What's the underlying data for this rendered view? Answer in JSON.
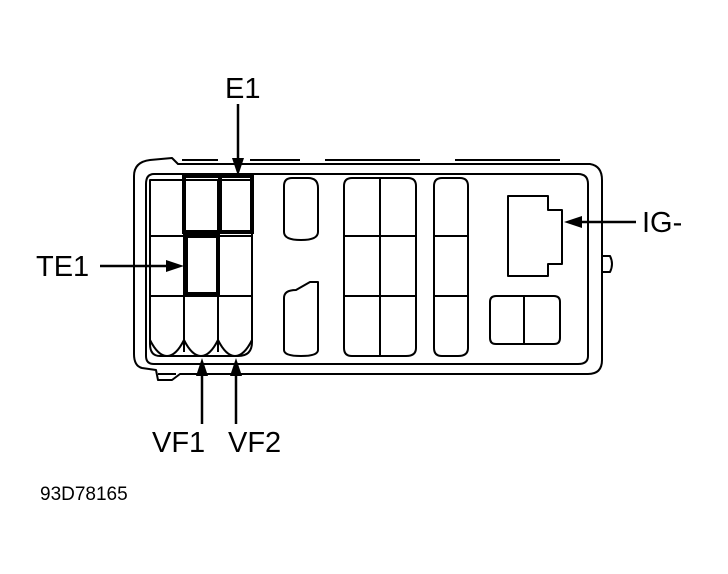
{
  "labels": {
    "e1": "E1",
    "te1": "TE1",
    "ig_minus": "IG-",
    "vf1": "VF1",
    "vf2": "VF2"
  },
  "figure_code": "93D78165"
}
